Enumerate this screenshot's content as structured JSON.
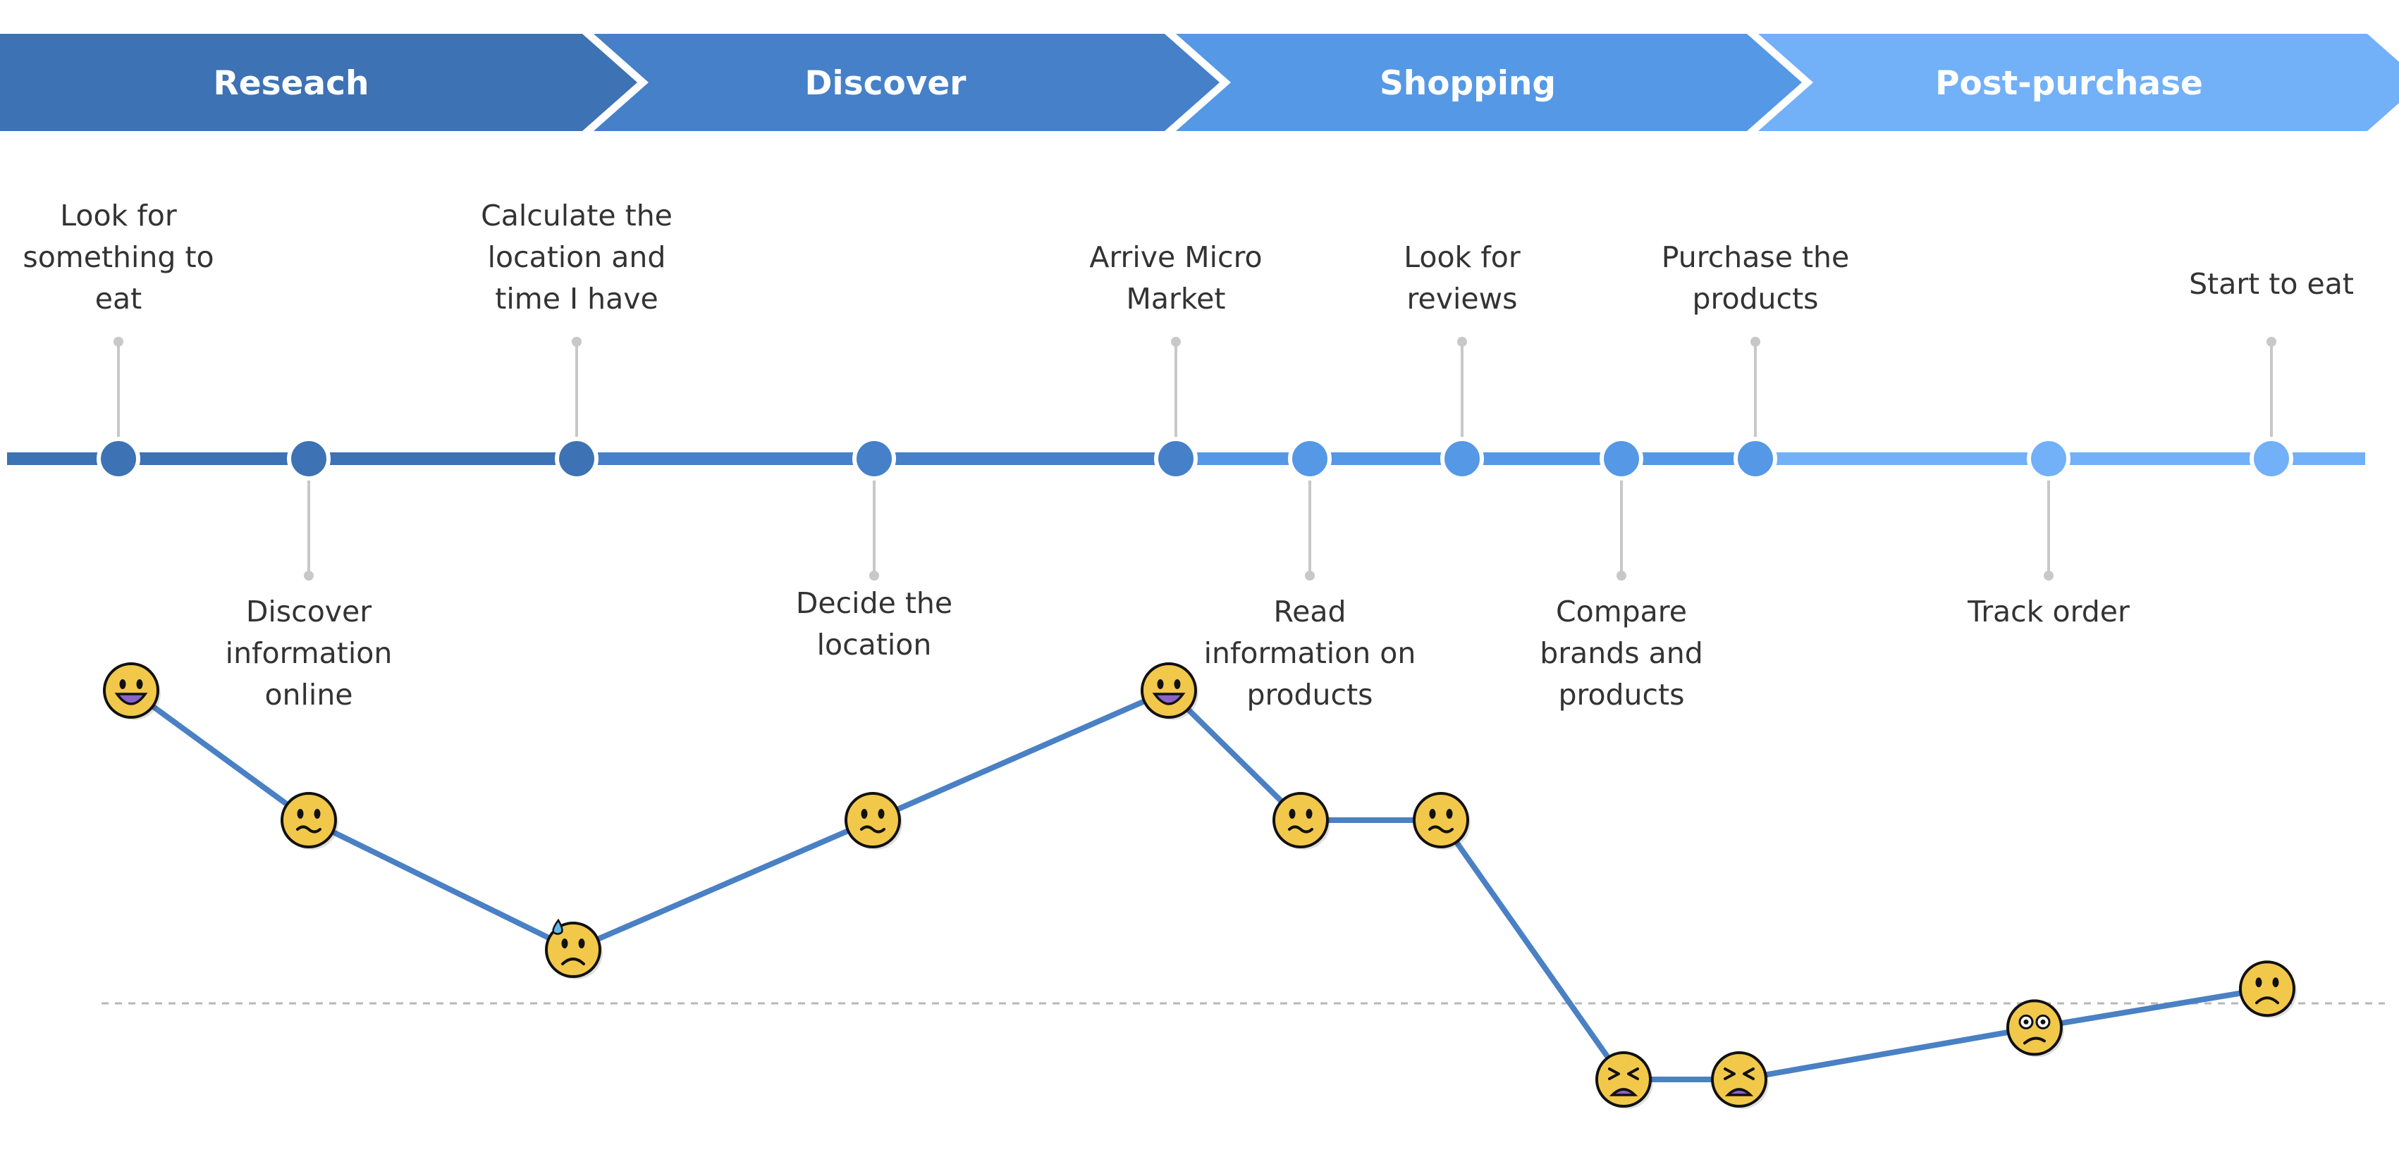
{
  "phases": [
    {
      "label": "Reseach",
      "color": "#3d72b4"
    },
    {
      "label": "Discover",
      "color": "#4580c9"
    },
    {
      "label": "Shopping",
      "color": "#5598e6"
    },
    {
      "label": "Post-purchase",
      "color": "#72b0f8"
    }
  ],
  "steps": [
    {
      "lines": [
        "Look for",
        "something to",
        "eat"
      ],
      "side": "above",
      "phase": 0,
      "mood": "very-happy"
    },
    {
      "lines": [
        "Discover",
        "information",
        "online"
      ],
      "side": "below",
      "phase": 0,
      "mood": "neutral"
    },
    {
      "lines": [
        "Calculate the",
        "location and",
        "time I have"
      ],
      "side": "above",
      "phase": 0,
      "mood": "worried-sweat"
    },
    {
      "lines": [
        "Decide the",
        "location"
      ],
      "side": "below",
      "phase": 1,
      "mood": "neutral"
    },
    {
      "lines": [
        "Arrive Micro",
        "Market"
      ],
      "side": "above",
      "phase": 1,
      "mood": "very-happy"
    },
    {
      "lines": [
        "Read",
        "information on",
        "products"
      ],
      "side": "below",
      "phase": 2,
      "mood": "neutral"
    },
    {
      "lines": [
        "Look for",
        "reviews"
      ],
      "side": "above",
      "phase": 2,
      "mood": "neutral"
    },
    {
      "lines": [
        "Compare",
        "brands and",
        "products"
      ],
      "side": "below",
      "phase": 2,
      "mood": "frustrated"
    },
    {
      "lines": [
        "Purchase the",
        "products"
      ],
      "side": "above",
      "phase": 2,
      "mood": "frustrated"
    },
    {
      "lines": [
        "Track order"
      ],
      "side": "below",
      "phase": 3,
      "mood": "confused"
    },
    {
      "lines": [
        "Start to eat"
      ],
      "side": "above",
      "phase": 3,
      "mood": "sad"
    }
  ],
  "emotion_levels": [
    2,
    1,
    0,
    1,
    2,
    1,
    1,
    -1,
    -1,
    -0.6,
    -0.3
  ],
  "colors": {
    "emotion_line": "#4a80c4",
    "emoji_face": "#f2c84b",
    "connector": "#c8c8c8",
    "baseline_dash": "#b8b8b8",
    "text": "#333333"
  }
}
